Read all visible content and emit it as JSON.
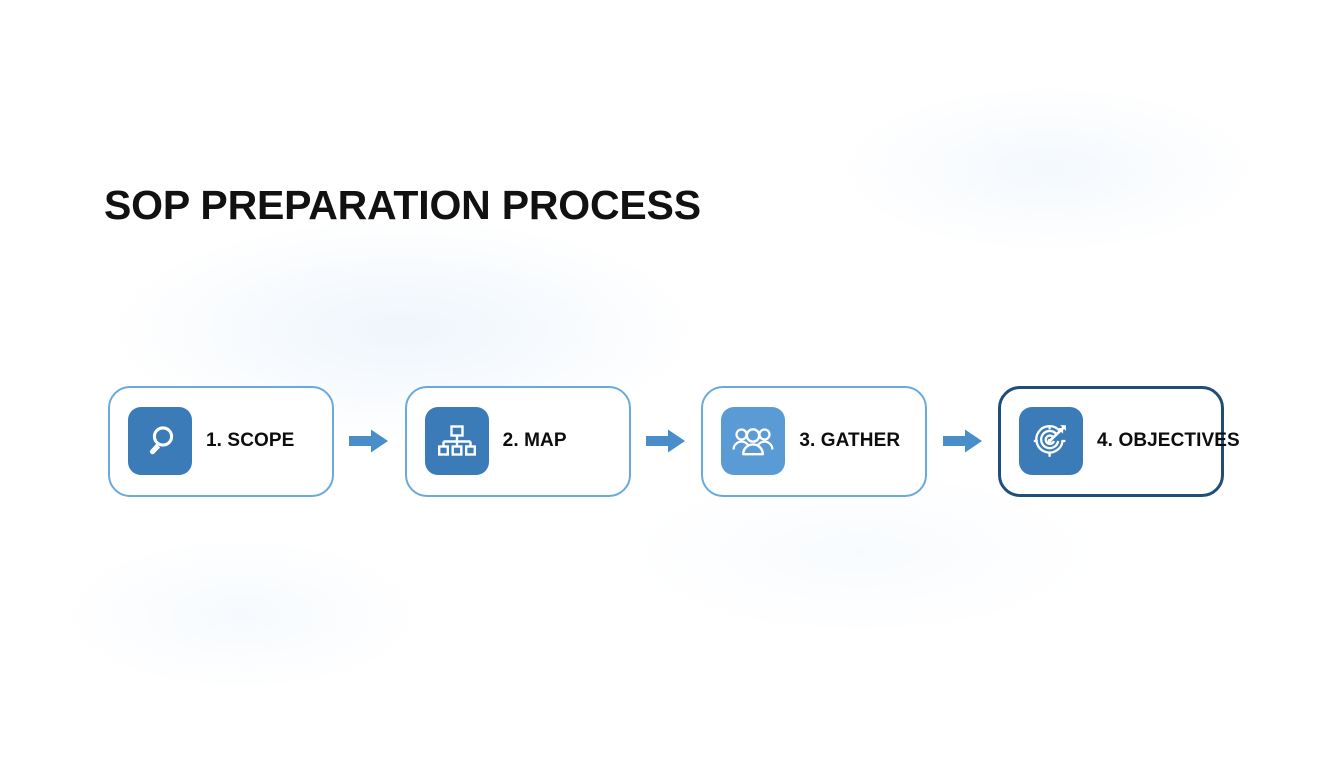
{
  "slide": {
    "title": "SOP PREPARATION PROCESS",
    "background_color": "#ffffff",
    "title_color": "#111111"
  },
  "colors": {
    "tile_blue": "#3b7cb8",
    "tile_light_blue": "#5b9bd5",
    "card_border_light": "#6aa9de",
    "card_border_dark": "#1f4e79",
    "arrow_blue": "#4a8ec9",
    "icon_white": "#ffffff"
  },
  "process": {
    "steps": [
      {
        "label": "1. SCOPE",
        "icon": "magnifier-icon",
        "tile_color": "#3b7cb8",
        "tile_variant": "dark",
        "border_variant": "light"
      },
      {
        "label": "2. MAP",
        "icon": "hierarchy-icon",
        "tile_color": "#3b7cb8",
        "tile_variant": "dark",
        "border_variant": "light"
      },
      {
        "label": "3. GATHER",
        "icon": "people-group-icon",
        "tile_color": "#5b9bd5",
        "tile_variant": "light",
        "border_variant": "light"
      },
      {
        "label": "4. OBJECTIVES",
        "icon": "target-arrow-icon",
        "tile_color": "#3b7cb8",
        "tile_variant": "dark",
        "border_variant": "dark"
      }
    ],
    "connectors": [
      {
        "icon": "arrow-right-icon"
      },
      {
        "icon": "arrow-right-icon"
      },
      {
        "icon": "arrow-right-icon"
      }
    ]
  }
}
